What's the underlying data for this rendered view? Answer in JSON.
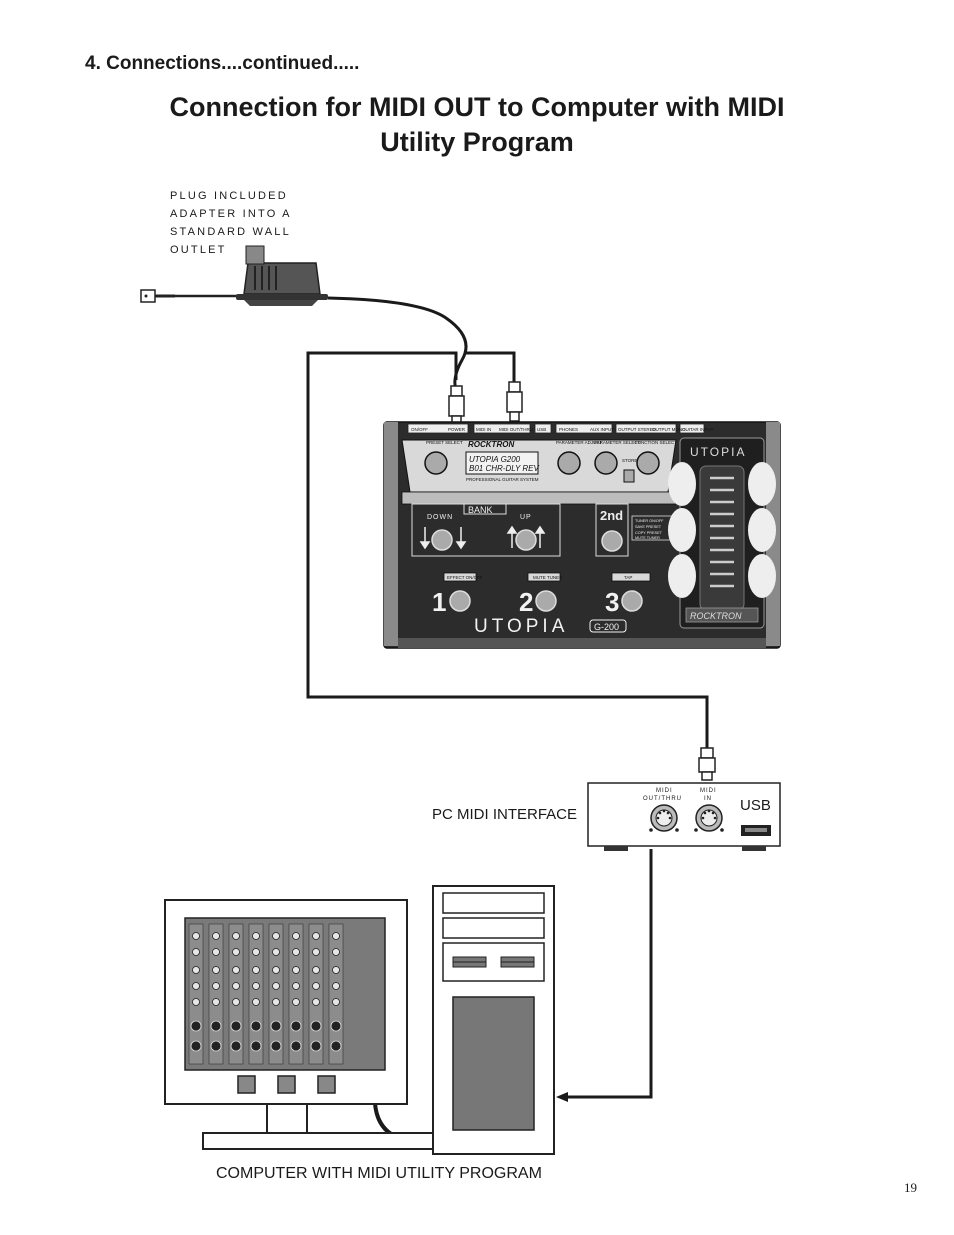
{
  "header": {
    "section": "4. Connections....continued.....",
    "title_line1": "Connection for MIDI OUT to Computer with MIDI",
    "title_line2": "Utility Program"
  },
  "adapter_note": [
    "PLUG INCLUDED",
    "ADAPTER INTO A",
    "STANDARD WALL",
    "OUTLET"
  ],
  "pedal": {
    "top_jacks": [
      "ON/OFF",
      "POWER",
      "MIDI IN",
      "MIDI OUT/THRU",
      "USB",
      "PHONES",
      "AUX INPUT",
      "OUTPUT STEREO",
      "OUTPUT MONO",
      "GUITAR INPUT"
    ],
    "brand": "ROCKTRON",
    "knob_labels": [
      "PRESET SELECT",
      "PARAMETER ADJUST",
      "PARAMETER SELECT",
      "FUNCTION SELECT"
    ],
    "display_line1": "UTOPIA G200",
    "display_line2": "B01 CHR-DLY REV",
    "subtitle": "PROFESSIONAL GUITAR SYSTEM",
    "store_label": "STORE",
    "bank": "BANK",
    "down": "DOWN",
    "up": "UP",
    "second": "2nd",
    "options_text": [
      "TUNER ON/OFF",
      "SAVE PRESET",
      "COPY PRESET",
      "MUTE TUNER"
    ],
    "footswitch_labels": [
      "EFFECT ON/OFF",
      "MUTE TUNER",
      "TAP"
    ],
    "numbers": [
      "1",
      "2",
      "3"
    ],
    "logo": "UTOPIA",
    "model": "G-200",
    "side_logo": "UTOPIA",
    "side_brand": "ROCKTRON"
  },
  "interface": {
    "label": "PC MIDI INTERFACE",
    "midi_out_label": "MIDI",
    "midi_out_sub": "OUT/THRU",
    "midi_in_label": "MIDI",
    "midi_in_sub": "IN",
    "usb": "USB"
  },
  "computer": {
    "label": "COMPUTER WITH MIDI  UTILITY PROGRAM"
  },
  "page_number": "19"
}
